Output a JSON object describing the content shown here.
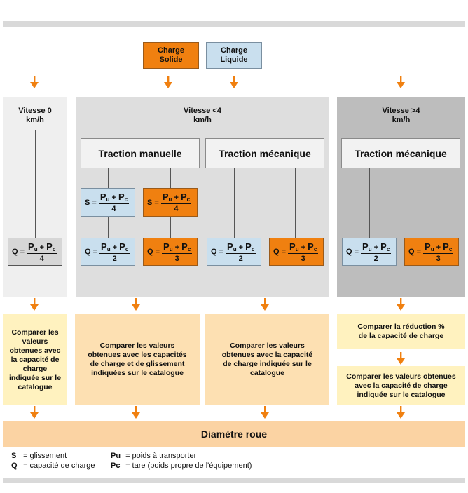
{
  "sources": {
    "solid": "Charge Solide",
    "liquid": "Charge Liquide"
  },
  "speed": {
    "zero": "Vitesse 0 km/h",
    "lt4": "Vitesse <4 km/h",
    "gt4": "Vitesse >4 km/h"
  },
  "traction": {
    "manual": "Traction manuelle",
    "mech_lt4": "Traction mécanique",
    "mech_gt4": "Traction mécanique"
  },
  "formulas": {
    "s_blue": {
      "lhs": "S =",
      "num_a": "P",
      "sub_a": "u",
      "plus": " + ",
      "num_b": "P",
      "sub_b": "c",
      "den": "4"
    },
    "s_orange": {
      "lhs": "S =",
      "num_a": "P",
      "sub_a": "u",
      "plus": " + ",
      "num_b": "P",
      "sub_b": "c",
      "den": "4"
    },
    "q_zero": {
      "lhs": "Q =",
      "num_a": "P",
      "sub_a": "u",
      "plus": " + ",
      "num_b": "P",
      "sub_b": "c",
      "den": "4"
    },
    "q_man_blue": {
      "lhs": "Q =",
      "num_a": "P",
      "sub_a": "u",
      "plus": " + ",
      "num_b": "P",
      "sub_b": "c",
      "den": "2"
    },
    "q_man_orange": {
      "lhs": "Q =",
      "num_a": "P",
      "sub_a": "u",
      "plus": " + ",
      "num_b": "P",
      "sub_b": "c",
      "den": "3"
    },
    "q_mec_blue": {
      "lhs": "Q =",
      "num_a": "P",
      "sub_a": "u",
      "plus": " + ",
      "num_b": "P",
      "sub_b": "c",
      "den": "2"
    },
    "q_mec_orange": {
      "lhs": "Q =",
      "num_a": "P",
      "sub_a": "u",
      "plus": " + ",
      "num_b": "P",
      "sub_b": "c",
      "den": "3"
    },
    "q_gt4_blue": {
      "lhs": "Q =",
      "num_a": "P",
      "sub_a": "u",
      "plus": " + ",
      "num_b": "P",
      "sub_b": "c",
      "den": "2"
    },
    "q_gt4_orange": {
      "lhs": "Q =",
      "num_a": "P",
      "sub_a": "u",
      "plus": " + ",
      "num_b": "P",
      "sub_b": "c",
      "den": "3"
    }
  },
  "compare": {
    "zero": "Comparer les valeurs obtenues avec la capacité de charge indiquée sur le catalogue",
    "manual": "Comparer les valeurs obtenues avec les capacités de charge et de glissement indiquées sur le catalogue",
    "mech": "Comparer les valeurs obtenues avec la capacité de charge indiquée sur le catalogue",
    "gt4_reduction": "Comparer la réduction % de la capacité de charge",
    "gt4_values": "Comparer les valeurs obtenues avec la capacité de charge indiquée sur le catalogue"
  },
  "result": "Diamètre roue",
  "legend": {
    "s_key": "S",
    "s_val": "=  glissement",
    "q_key": "Q",
    "q_val": "=  capacité de charge",
    "pu_key": "Pu",
    "pu_val": "=  poids à transporter",
    "pc_key": "Pc",
    "pc_val": "=  tare (poids propre de l'équipement)"
  },
  "colors": {
    "orange": "#f08010",
    "blue": "#c9dfee",
    "arrow": "#f08010",
    "diametre": "#fbd3a3"
  }
}
